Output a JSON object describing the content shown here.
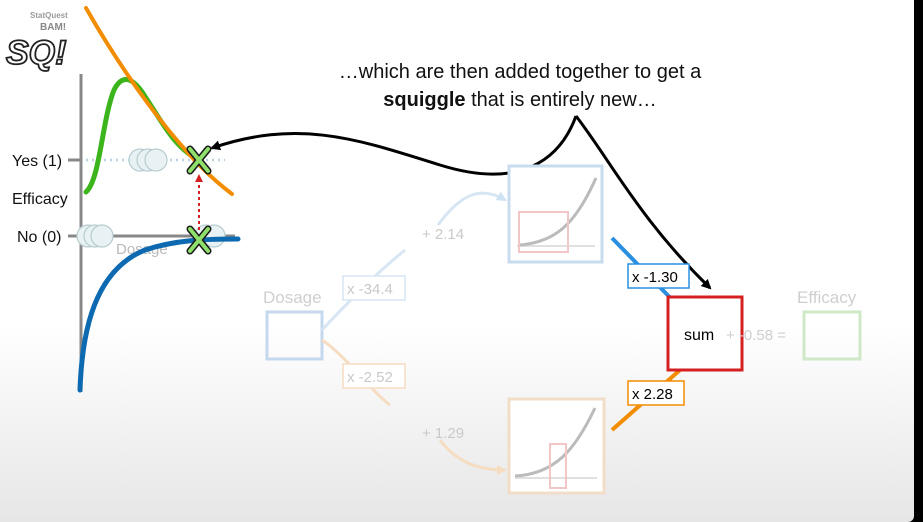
{
  "logo": {
    "top_text": "StatQuest",
    "bam_text": "BAM!",
    "letters": "SQ!"
  },
  "caption": {
    "line1": "…which are then added together to get a",
    "bold": "squiggle",
    "line2_rest": " that is entirely new…"
  },
  "left_plot": {
    "yes_label": "Yes (1)",
    "no_label": "No (0)",
    "efficacy_label": "Efficacy",
    "dosage_label": "Dosage"
  },
  "network": {
    "input_label": "Dosage",
    "output_label": "Efficacy",
    "top_weight": "x -34.4",
    "top_bias": "+ 2.14",
    "bottom_weight": "x -2.52",
    "bottom_bias": "+ 1.29",
    "top_out_weight": "x -1.30",
    "bottom_out_weight": "x 2.28",
    "sum_label": "sum",
    "final_bias": "+ -0.58 ="
  },
  "colors": {
    "green": "#3bb51b",
    "orange": "#f28c00",
    "blue": "#0e6ab0",
    "red": "#d42020",
    "input_box": "#c5d8ee",
    "output_box": "#cfe8c8"
  }
}
